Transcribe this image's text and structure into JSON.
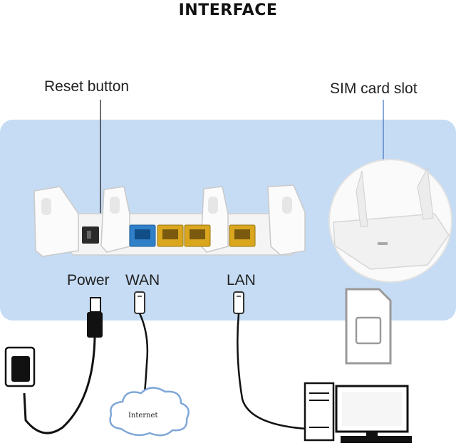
{
  "title": "INTERFACE",
  "callouts": {
    "reset": "Reset button",
    "sim": "SIM card slot"
  },
  "ports": {
    "power": "Power",
    "wan": "WAN",
    "lan": "LAN"
  },
  "cloud_label": "Internet",
  "colors": {
    "panel": "#c6dcf4",
    "wan_port": "#2f7fc9",
    "lan_port": "#d9a61e",
    "cable": "#111111"
  }
}
